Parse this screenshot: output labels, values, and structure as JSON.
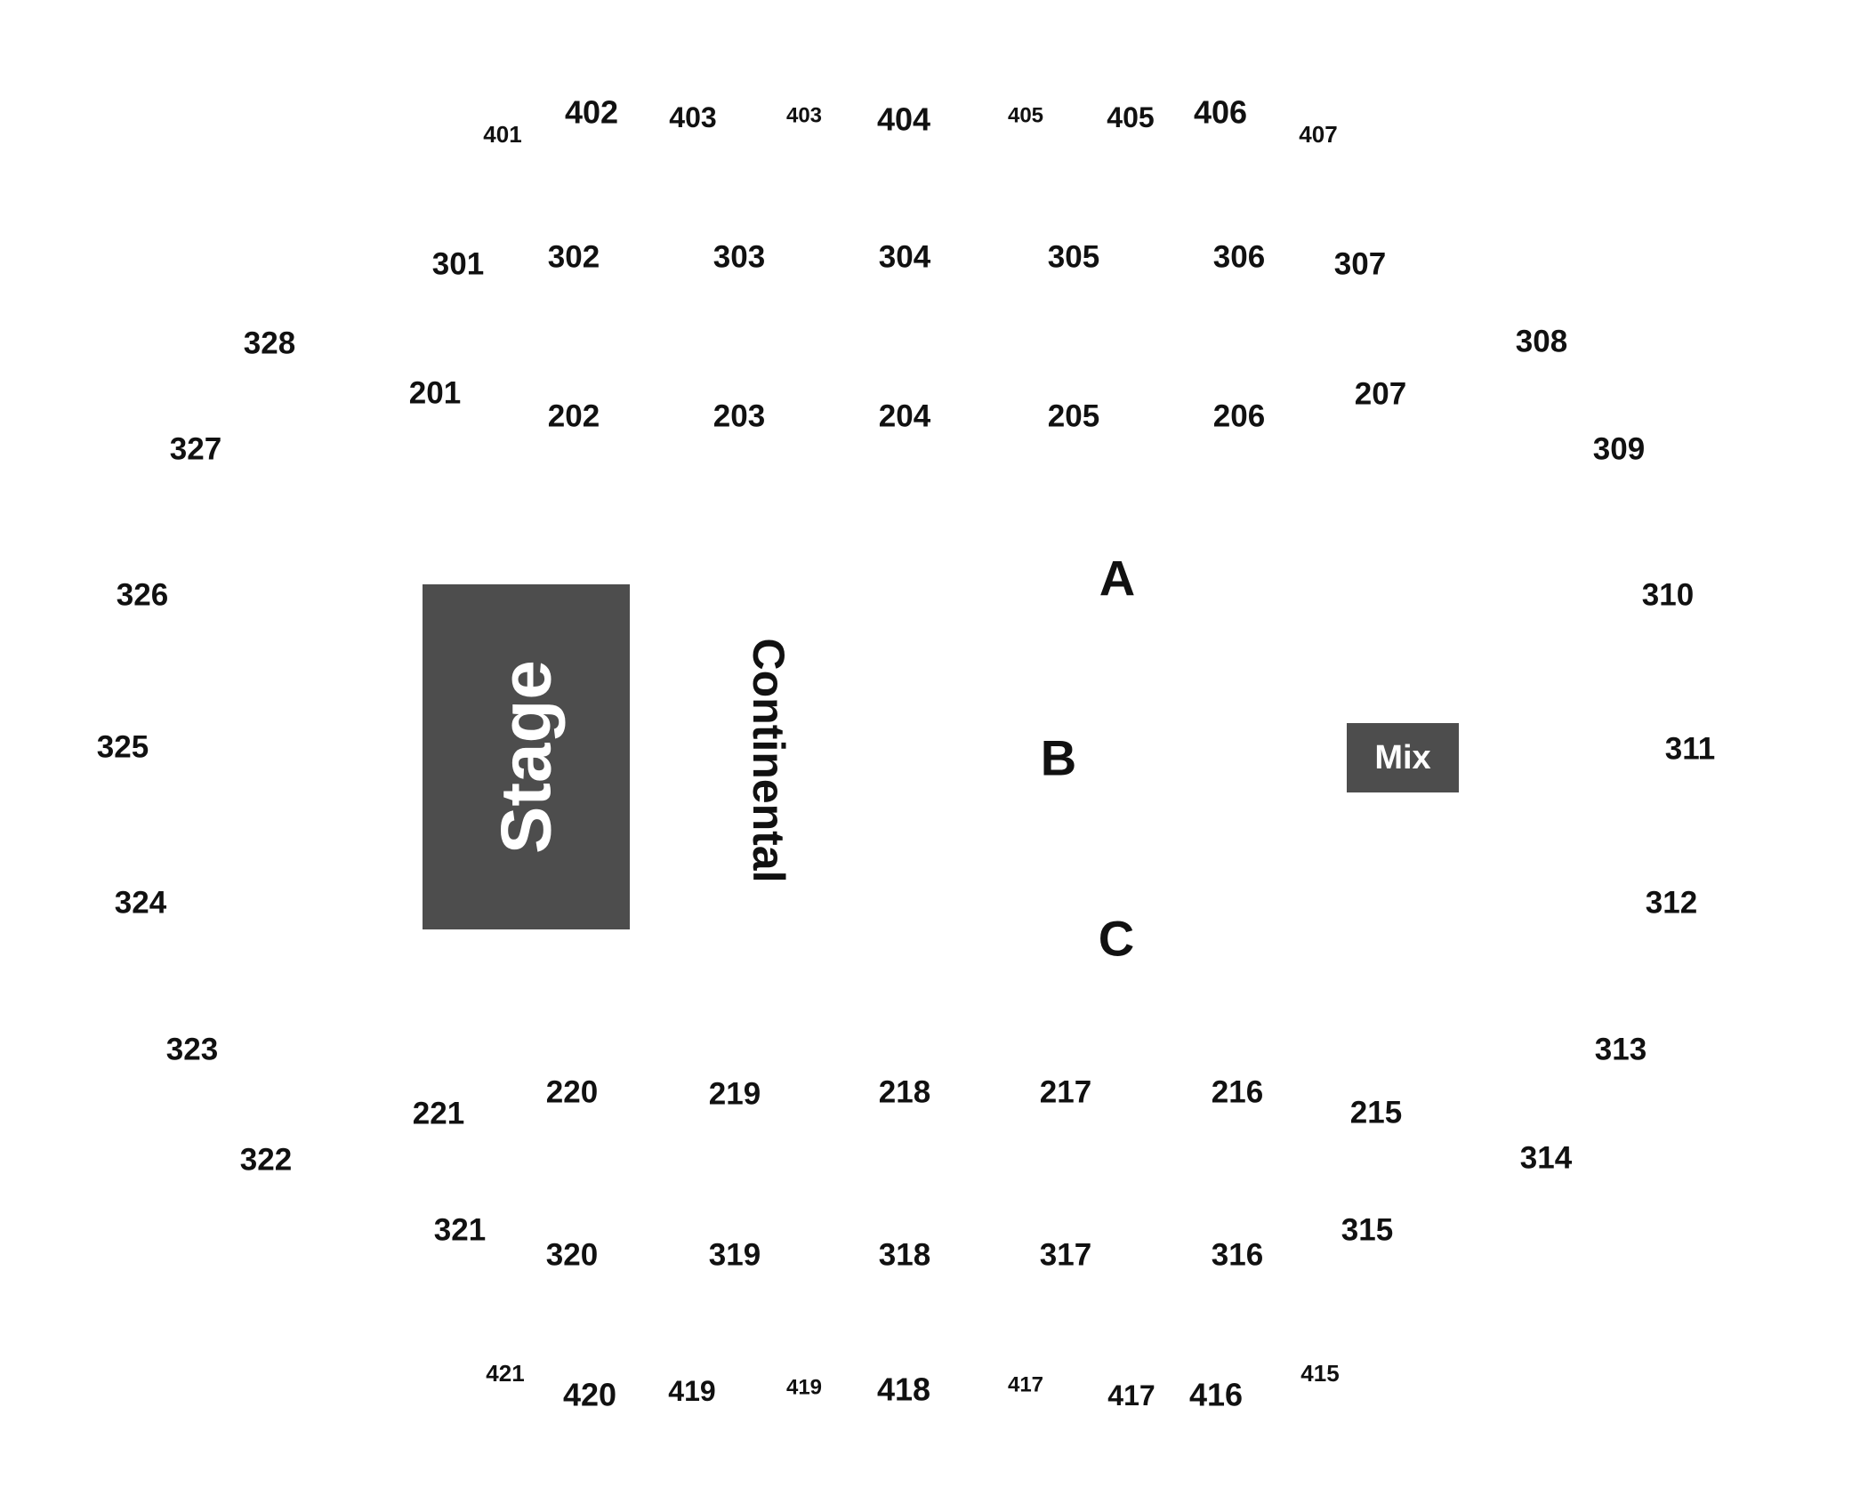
{
  "colors": {
    "background": "#ffffff",
    "block_fill": "#4d4d4d",
    "text": "#111111",
    "block_text": "#ffffff"
  },
  "stage": {
    "label": "Stage"
  },
  "mix": {
    "label": "Mix"
  },
  "continental": {
    "label": "Continental"
  },
  "floor": {
    "a": "A",
    "b": "B",
    "c": "C"
  },
  "sections_400_top": [
    "401",
    "402",
    "403",
    "403",
    "404",
    "405",
    "405",
    "406",
    "407"
  ],
  "sections_300_top": [
    "301",
    "302",
    "303",
    "304",
    "305",
    "306",
    "307"
  ],
  "sections_200_top": [
    "201",
    "202",
    "203",
    "204",
    "205",
    "206",
    "207"
  ],
  "sections_300_left": [
    "328",
    "327",
    "326",
    "325",
    "324",
    "323",
    "322"
  ],
  "sections_300_right": [
    "308",
    "309",
    "310",
    "311",
    "312",
    "313",
    "314"
  ],
  "sections_200_bottom": [
    "221",
    "220",
    "219",
    "218",
    "217",
    "216",
    "215"
  ],
  "sections_300_bottom": [
    "321",
    "320",
    "319",
    "318",
    "317",
    "316",
    "315"
  ],
  "sections_400_bottom": [
    "421",
    "420",
    "419",
    "419",
    "418",
    "417",
    "417",
    "416",
    "415"
  ]
}
